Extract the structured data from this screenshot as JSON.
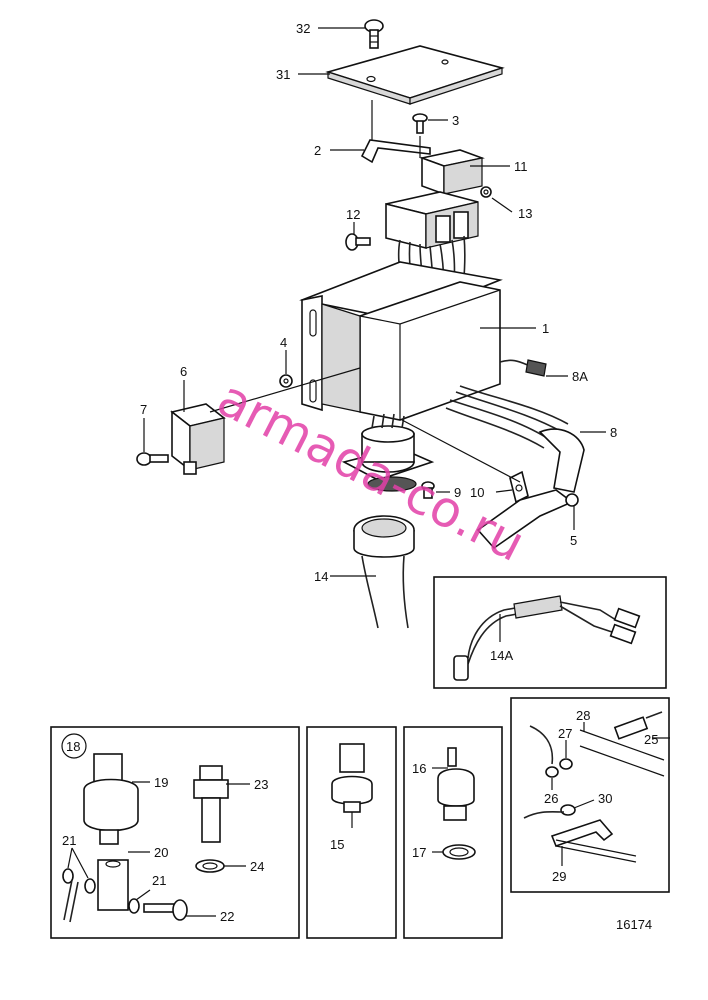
{
  "drawing_number": "16174",
  "watermark": "armada-co.ru",
  "callouts": {
    "c32": "32",
    "c31": "31",
    "c3": "3",
    "c2": "2",
    "c11": "11",
    "c13": "13",
    "c12": "12",
    "c1": "1",
    "c4": "4",
    "c6": "6",
    "c7": "7",
    "c8a": "8A",
    "c8": "8",
    "c10": "10",
    "c9": "9",
    "c5": "5",
    "c14": "14",
    "c14a": "14A",
    "c18": "18",
    "c19": "19",
    "c23": "23",
    "c20": "20",
    "c21a": "21",
    "c21b": "21",
    "c24": "24",
    "c22": "22",
    "c15": "15",
    "c16": "16",
    "c17": "17",
    "c28": "28",
    "c27": "27",
    "c25": "25",
    "c26": "26",
    "c30": "30",
    "c29": "29"
  }
}
